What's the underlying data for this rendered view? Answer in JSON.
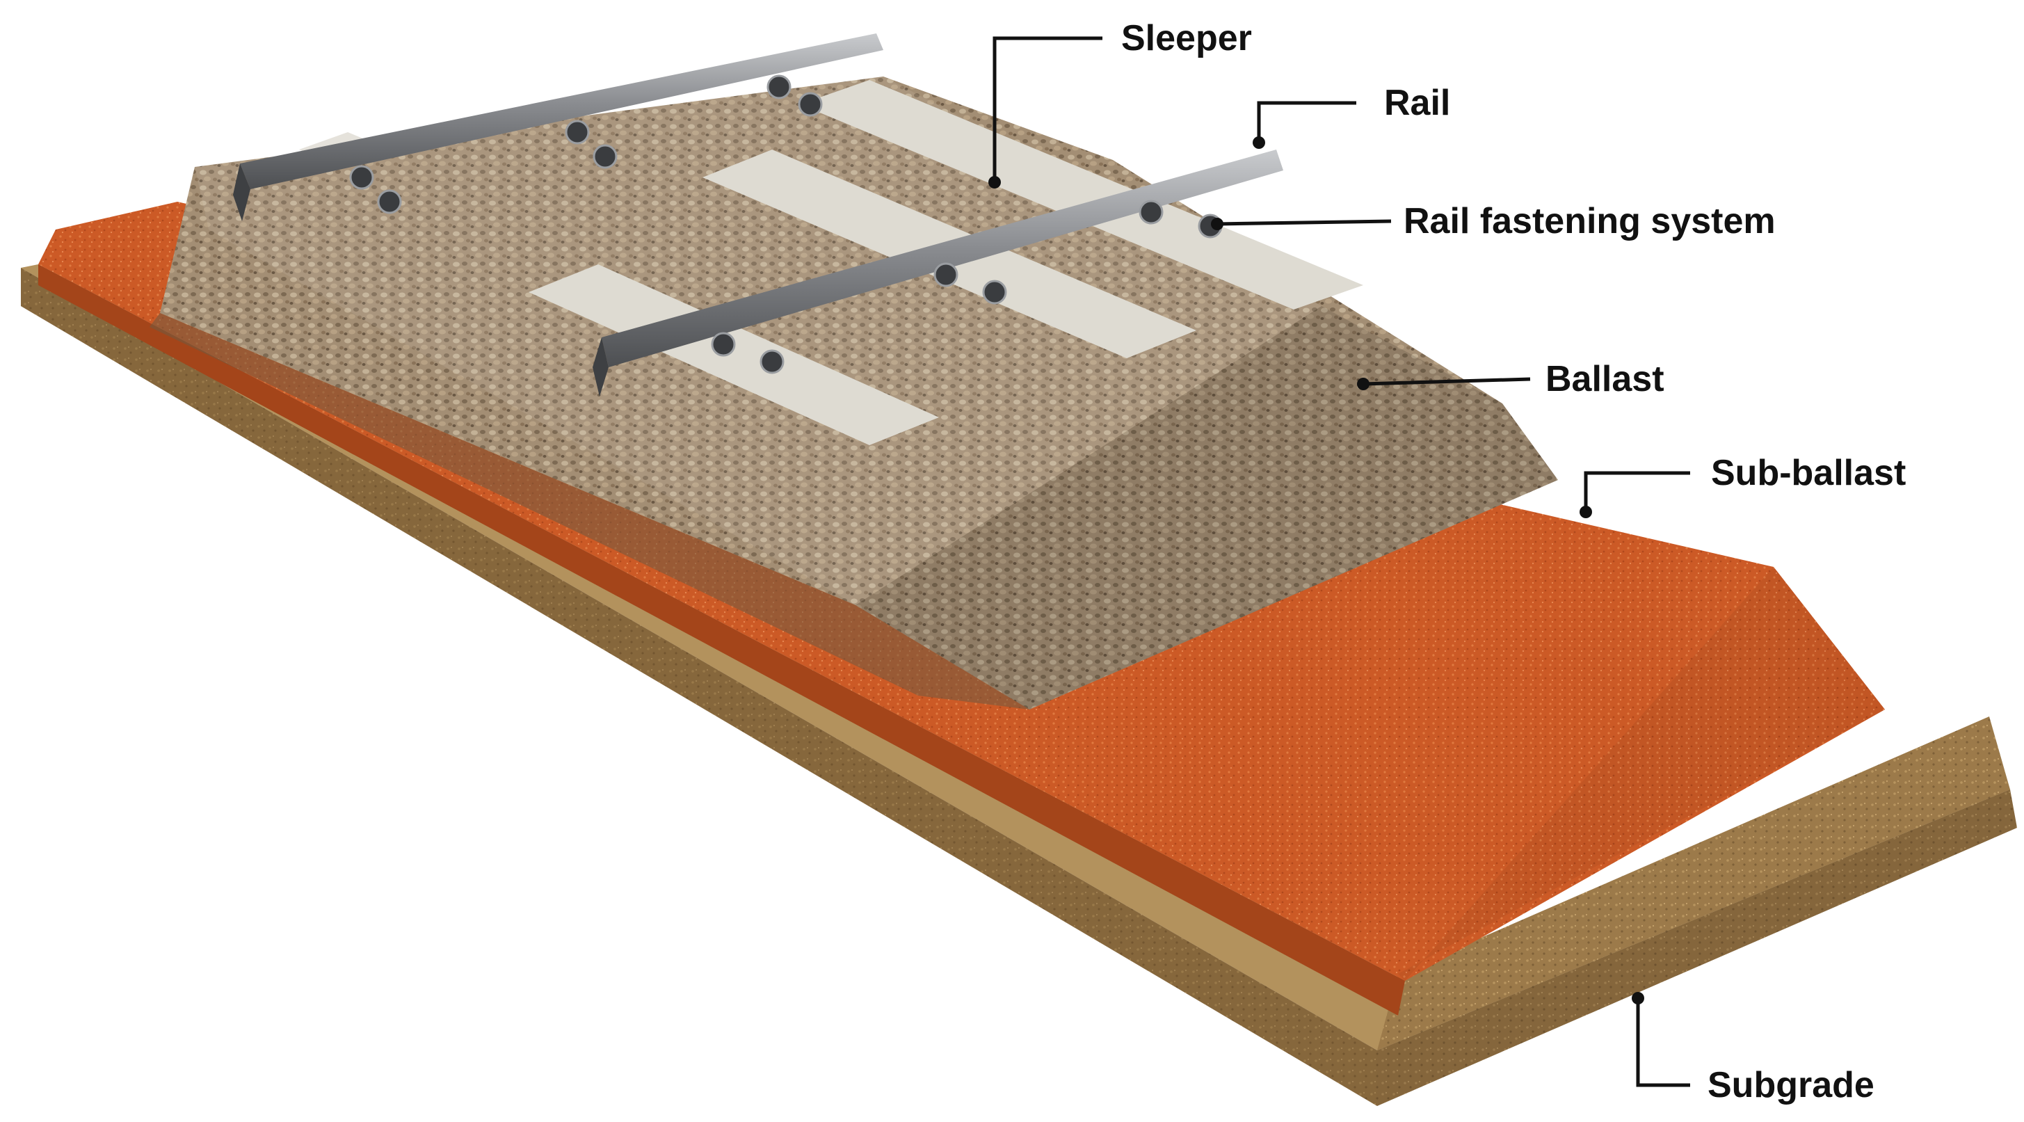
{
  "labels": {
    "sleeper": "Sleeper",
    "rail": "Rail",
    "rail_fastening": "Rail fastening system",
    "ballast": "Ballast",
    "sub_ballast": "Sub-ballast",
    "subgrade": "Subgrade"
  },
  "colors": {
    "subgrade": "#9c7a4a",
    "sub_ballast": "#cc5a26",
    "ballast": "#a38e74",
    "sleeper": "#dedbd2",
    "rail": "#6e7073",
    "leader": "#111111"
  }
}
